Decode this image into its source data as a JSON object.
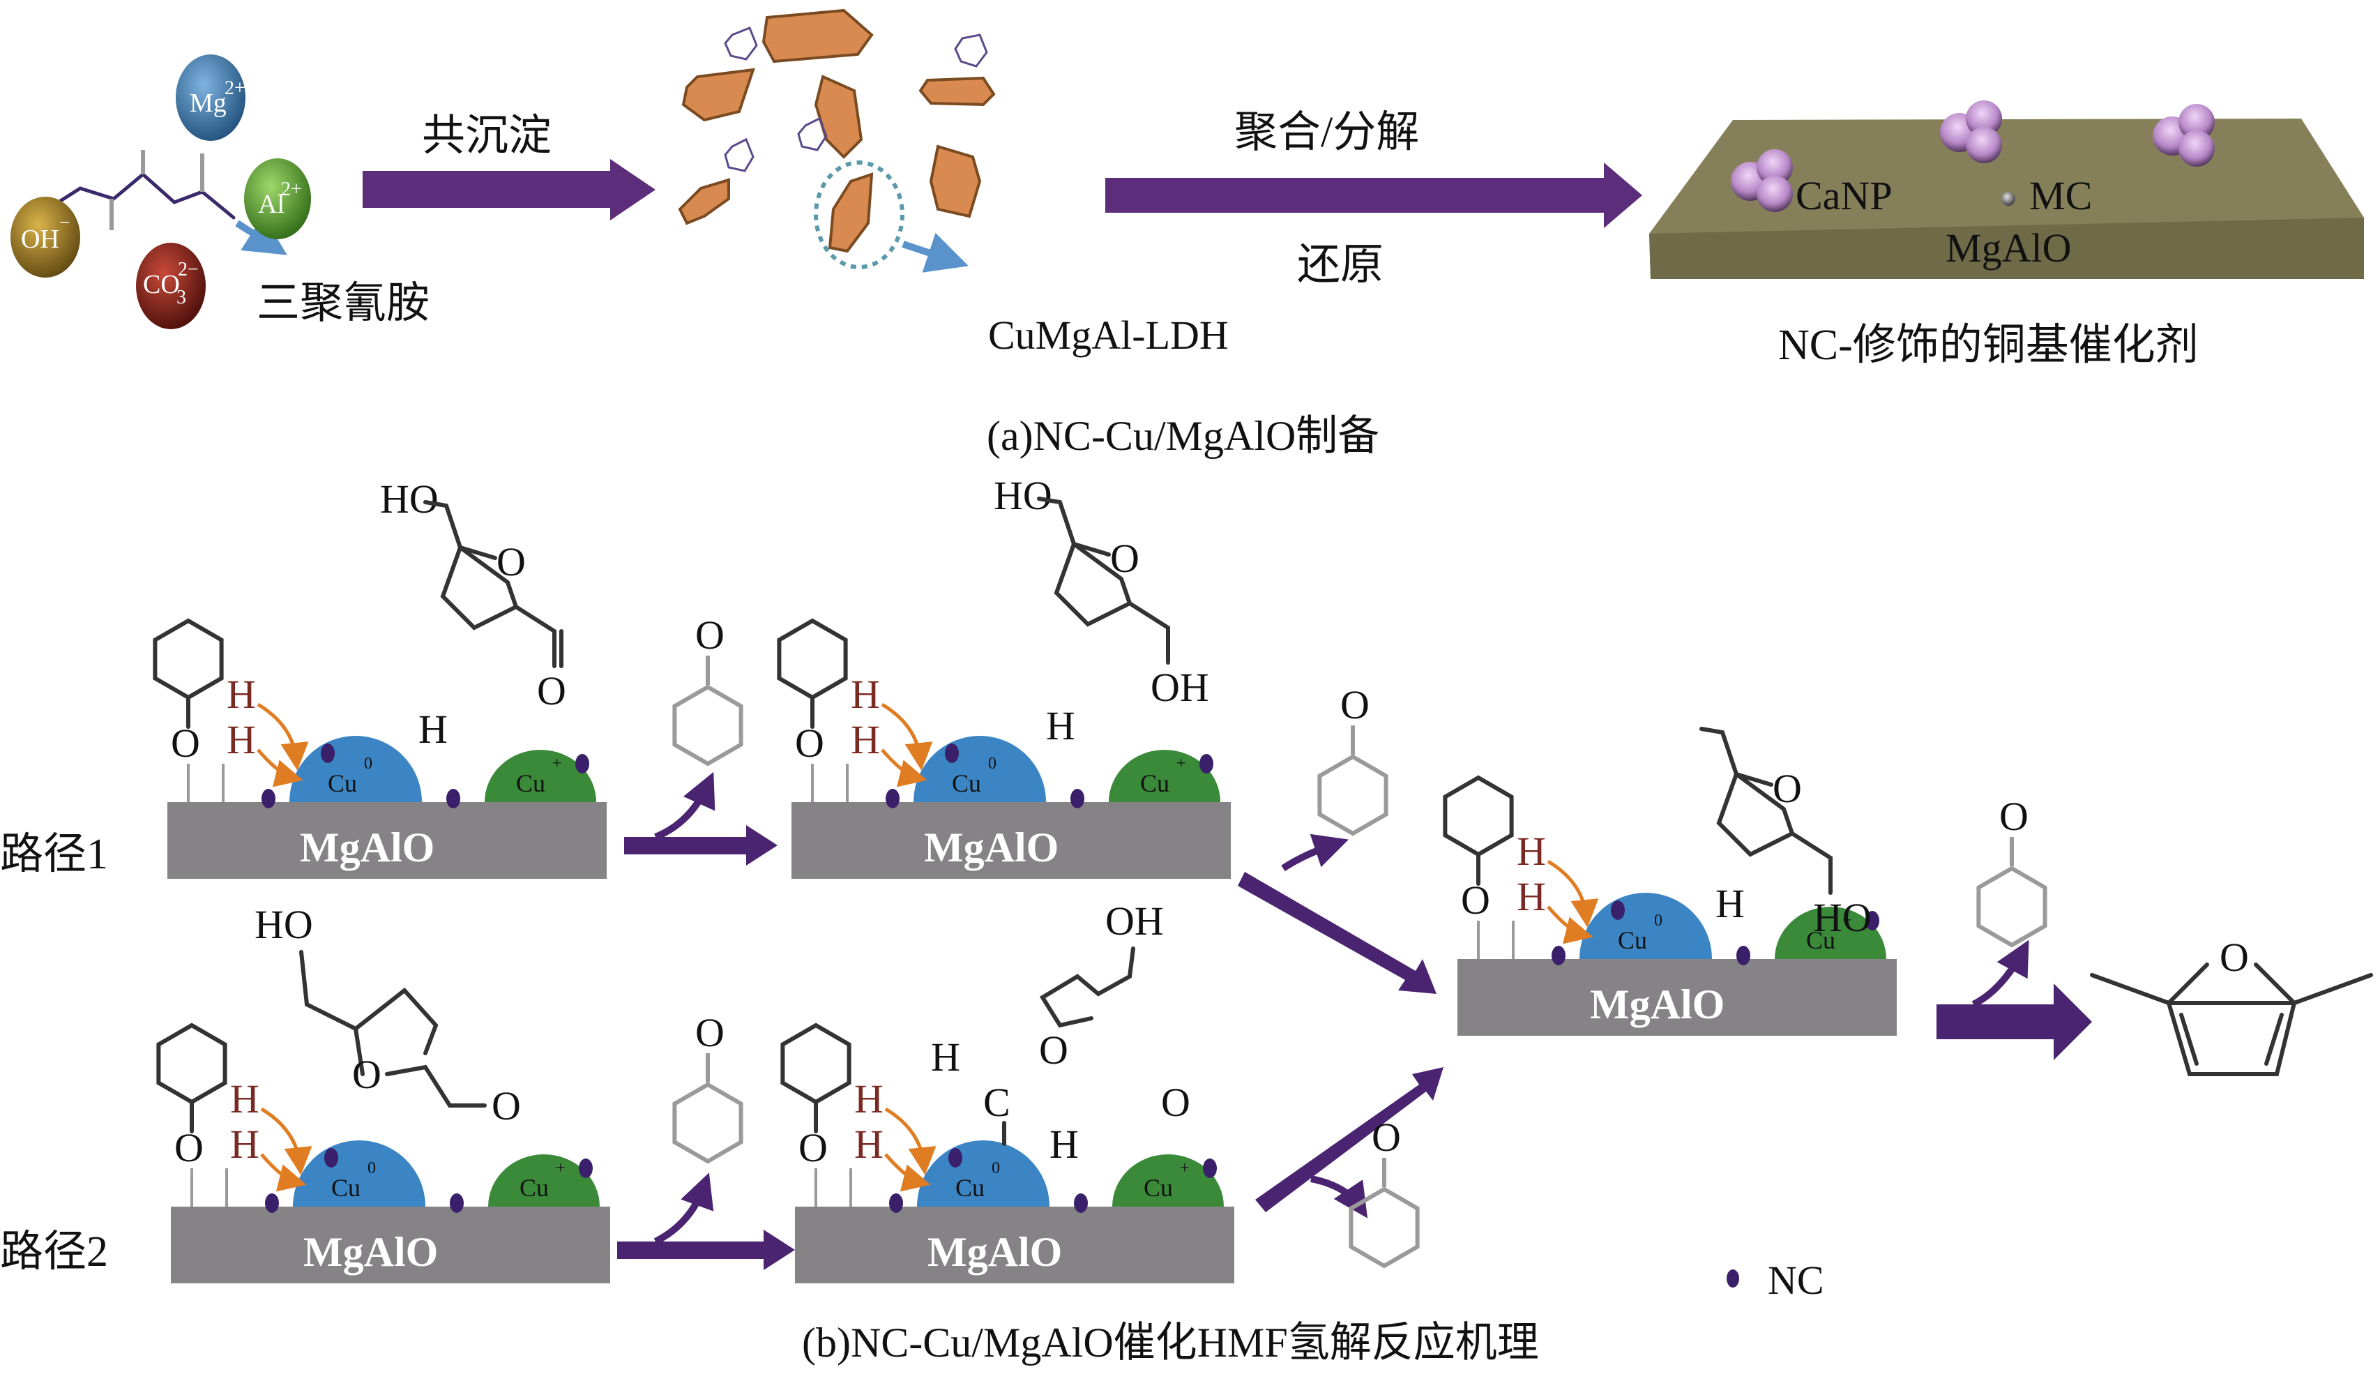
{
  "panel_a": {
    "ions": {
      "mg": "Mg",
      "mg_charge": "2+",
      "al": "Al",
      "al_charge": "2+",
      "oh": "OH",
      "oh_charge": "−",
      "co3": "CO",
      "co3_sub": "3",
      "co3_charge": "2−"
    },
    "melamine_label": "三聚氰胺",
    "step1_label": "共沉淀",
    "ldh_label": "CuMgAl-LDH",
    "step2_label_top": "聚合/分解",
    "step2_label_bottom": "还原",
    "catalyst": {
      "canp_label": "CaNP",
      "mc_label": "MC",
      "support_label": "MgAlO",
      "caption": "NC-修饰的铜基催化剂"
    },
    "caption": "(a)NC-Cu/MgAlO制备"
  },
  "panel_b": {
    "route1_label": "路径1",
    "route2_label": "路径2",
    "support_label": "MgAlO",
    "cu0": "Cu",
    "cu0_sup": "0",
    "cuplus": "Cu",
    "cuplus_sup": "+",
    "atoms": {
      "H": "H",
      "O": "O",
      "HO": "HO",
      "OH": "OH",
      "C": "C"
    },
    "legend_nc": "NC",
    "caption": "(b)NC-Cu/MgAlO催化HMF氢解反应机理"
  },
  "colors": {
    "arrow_purple": "#5b2d7a",
    "support_gray": "#858385",
    "cu0_blue": "#3c85c4",
    "cuplus_green": "#3a8a3a",
    "nc_dot": "#3a1f6b",
    "h_red": "#7a2a22",
    "orange_arrow": "#e07c22",
    "ldh_orange": "#d98a50",
    "catalyst_plate": "#86805a",
    "np_violet": "#b788c7"
  }
}
